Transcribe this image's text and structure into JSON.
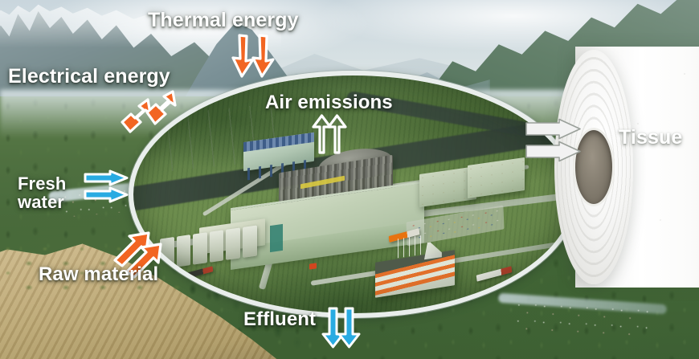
{
  "scene": {
    "title": "Tissue mill inputs and outputs",
    "description": "Aerial illustration of a tissue paper mill inside an oval cut-out placed over an alpine mountain valley, with arrows marking resource inputs and product/emission outputs."
  },
  "inputs": [
    {
      "id": "thermal-energy",
      "label": "Thermal energy",
      "arrow_icon": "double-down-arrow-icon",
      "arrow_color": "#F26522",
      "direction": "down"
    },
    {
      "id": "electrical-energy",
      "label": "Electrical energy",
      "arrow_icon": "double-lightning-bolt-arrow-icon",
      "arrow_color": "#F26522",
      "direction": "down-right"
    },
    {
      "id": "fresh-water",
      "label": "Fresh\nwater",
      "arrow_icon": "double-right-arrow-icon",
      "arrow_color": "#29ABE2",
      "direction": "right"
    },
    {
      "id": "raw-material",
      "label": "Raw material",
      "arrow_icon": "double-up-right-arrow-icon",
      "arrow_color": "#F26522",
      "direction": "up-right"
    }
  ],
  "outputs": [
    {
      "id": "air-emissions",
      "label": "Air emissions",
      "arrow_icon": "double-up-arrow-outline-icon",
      "arrow_color": "#FFFFFF",
      "direction": "up"
    },
    {
      "id": "effluent",
      "label": "Effluent",
      "arrow_icon": "double-down-arrow-icon",
      "arrow_color": "#29ABE2",
      "direction": "down"
    },
    {
      "id": "tissue",
      "label": "Tissue",
      "arrow_icon": "double-right-arrow-icon",
      "arrow_color": "#F2F2F2",
      "direction": "right"
    }
  ],
  "colors": {
    "orange": "#F26522",
    "blue": "#29ABE2",
    "white": "#FFFFFF",
    "light_gray": "#F2F2F2",
    "arrow_outline": "#FFFFFF",
    "ellipse_ring": "#E9EEEC"
  },
  "facility": {
    "name": "tissue-mill-aerial-view",
    "elements": [
      "paper-machine-hall",
      "converting-hall",
      "warehouse-buildings",
      "office-building",
      "storage-tanks",
      "truck-loading-yard",
      "parking-lot",
      "access-roads",
      "river"
    ]
  },
  "background": {
    "name": "alpine-valley-landscape",
    "elements": [
      "sky",
      "mountain-peaks",
      "forested-valley",
      "rocky-cliff",
      "river",
      "village"
    ]
  },
  "product": {
    "name": "tissue-paper-roll",
    "label": "Tissue"
  }
}
